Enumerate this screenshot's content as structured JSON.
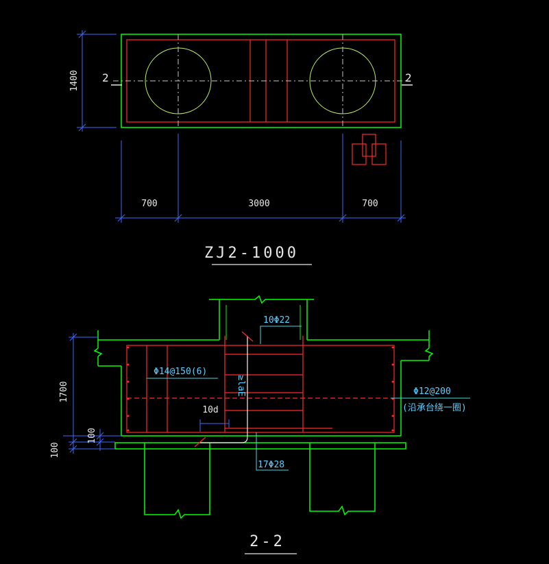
{
  "plan_view": {
    "title": "ZJ2-1000",
    "cut_label_left": "2",
    "cut_label_right": "2",
    "dim_height": "1400",
    "dim_left": "700",
    "dim_middle": "3000",
    "dim_right": "700"
  },
  "section_view": {
    "title": "2-2",
    "dim_height": "1700",
    "dim_100_a": "100",
    "dim_100_b": "100",
    "rebar_top": "10Φ22",
    "rebar_stirrup": "Φ14@150(6)",
    "rebar_side": "Φ12@200",
    "rebar_side_note": "(沿承台绕一圈)",
    "anchor_label": "≥laE",
    "hook_label": "10d",
    "rebar_bottom": "17Φ28"
  },
  "colors": {
    "background": "#000000",
    "concrete": "#00ff00",
    "rebar": "#ff2a2a",
    "dimension": "#3b6bff",
    "pile": "#b8f060",
    "text": "#e8e8e8",
    "annotation": "#5ad0ff",
    "leader": "#4ad6e0"
  }
}
